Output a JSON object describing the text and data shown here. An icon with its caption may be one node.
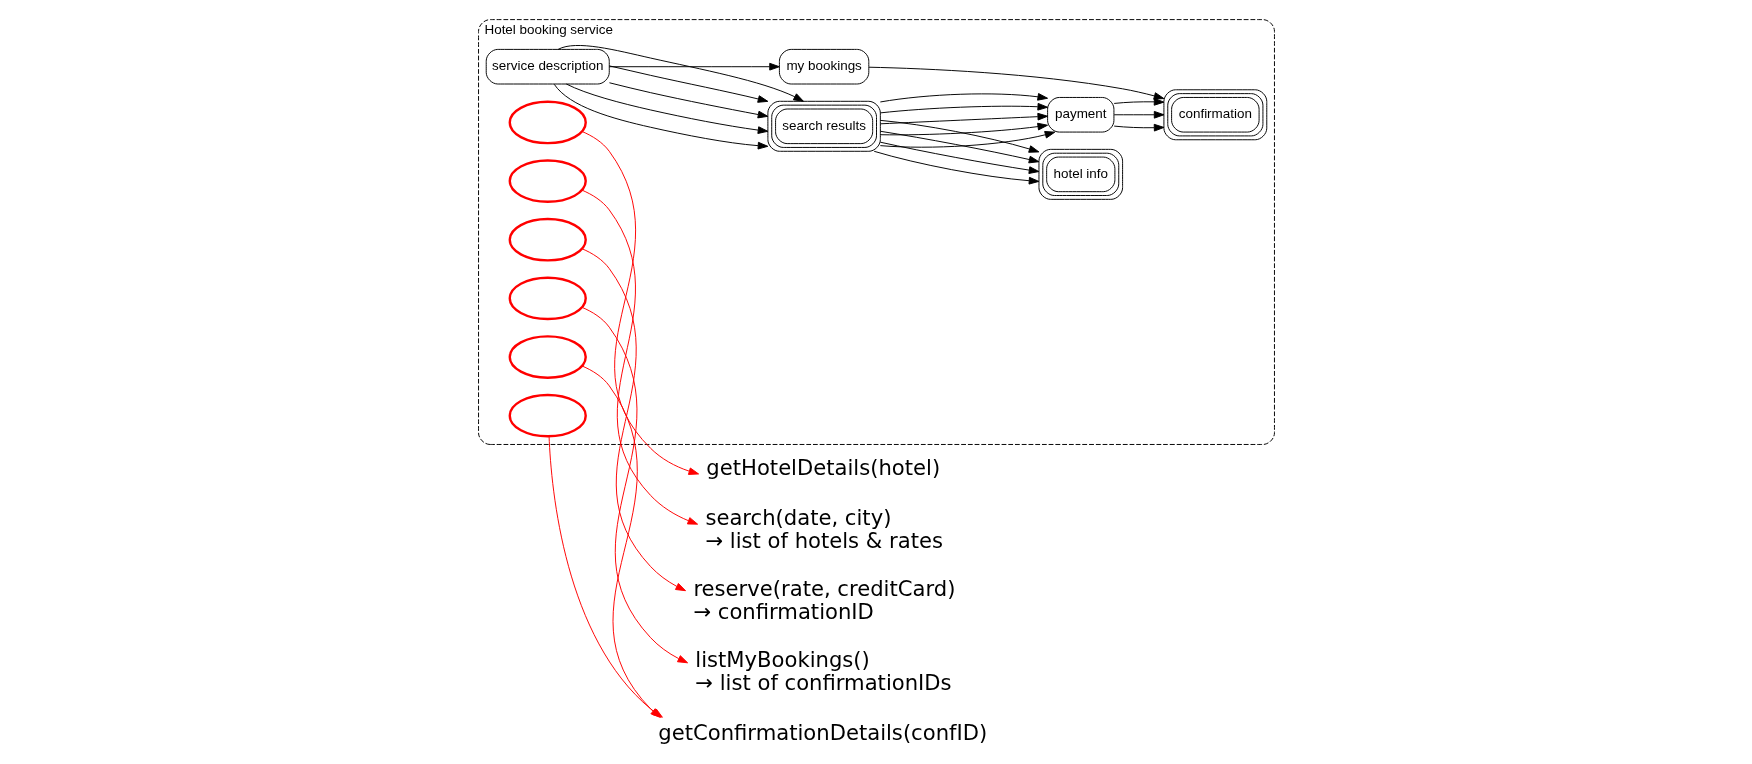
{
  "diagram": {
    "nodes": [
      {
        "text": [
          "Hotel booking service"
        ]
      },
      {
        "text": [
          "service description"
        ],
        "in": 0
      },
      {
        "text": [
          "search results"
        ],
        "in": 0
      },
      {
        "text": [
          "hotel info"
        ],
        "in": 0
      },
      {
        "text": [
          "payment"
        ],
        "in": 0
      },
      {
        "text": [
          "my bookings"
        ],
        "in": 0
      },
      {
        "text": [
          "confirmation"
        ],
        "in": 0
      },
      {
        "text": [],
        "shape": "ellipse",
        "in": 0
      },
      {
        "text": [],
        "shape": "ellipse",
        "in": 0
      },
      {
        "text": [],
        "shape": "ellipse",
        "in": 0
      },
      {
        "text": [],
        "shape": "ellipse",
        "in": 0
      },
      {
        "text": [],
        "shape": "ellipse",
        "in": 0
      },
      {
        "text": [],
        "shape": "ellipse",
        "in": 0
      },
      {
        "text": [
          "search(date, city)",
          "→ list of hotels & rates"
        ]
      },
      {
        "text": [
          "getHotelDetails(hotel)"
        ]
      },
      {
        "text": [
          "reserve(rate, creditCard)",
          "→ confirmationID"
        ]
      },
      {
        "text": [
          "getConfirmationDetails(confID)"
        ]
      },
      {
        "text": [
          "listMyBookings()",
          "→ list of confirmationIDs"
        ]
      }
    ],
    "edges": [
      {
        "from": 1,
        "to": 2,
        "arrow": "to"
      },
      {
        "from": 1,
        "to": 2,
        "arrow": "to"
      },
      {
        "from": 1,
        "to": 2,
        "arrow": "to"
      },
      {
        "from": 1,
        "to": 2,
        "arrow": "to"
      },
      {
        "from": 1,
        "to": 2,
        "arrow": "to"
      },
      {
        "from": 2,
        "to": 3,
        "arrow": "to"
      },
      {
        "from": 2,
        "to": 3,
        "arrow": "to"
      },
      {
        "from": 2,
        "to": 3,
        "arrow": "to"
      },
      {
        "from": 2,
        "to": 3,
        "arrow": "to"
      },
      {
        "from": 2,
        "to": 4,
        "arrow": "to"
      },
      {
        "from": 2,
        "to": 4,
        "arrow": "to"
      },
      {
        "from": 2,
        "to": 4,
        "arrow": "to"
      },
      {
        "from": 2,
        "to": 4,
        "arrow": "to"
      },
      {
        "from": 2,
        "to": 4,
        "arrow": "to"
      },
      {
        "from": 1,
        "to": 5,
        "arrow": "to"
      },
      {
        "from": 4,
        "to": 6,
        "arrow": "to"
      },
      {
        "from": 4,
        "to": 6,
        "arrow": "to"
      },
      {
        "from": 4,
        "to": 6,
        "arrow": "to"
      },
      {
        "from": 5,
        "to": 6,
        "arrow": "to"
      },
      {
        "from": 8,
        "to": 13,
        "arrow": "to",
        "color": "#ff0000"
      },
      {
        "from": 7,
        "to": 14,
        "arrow": "to",
        "color": "#ff0000"
      },
      {
        "from": 9,
        "to": 15,
        "arrow": "to",
        "color": "#ff0000"
      },
      {
        "from": 11,
        "to": 16,
        "arrow": "to",
        "color": "#ff0000"
      },
      {
        "from": 12,
        "to": 16,
        "arrow": "to",
        "color": "#ff0000"
      },
      {
        "from": 10,
        "to": 17,
        "arrow": "to",
        "color": "#ff0000"
      }
    ]
  }
}
